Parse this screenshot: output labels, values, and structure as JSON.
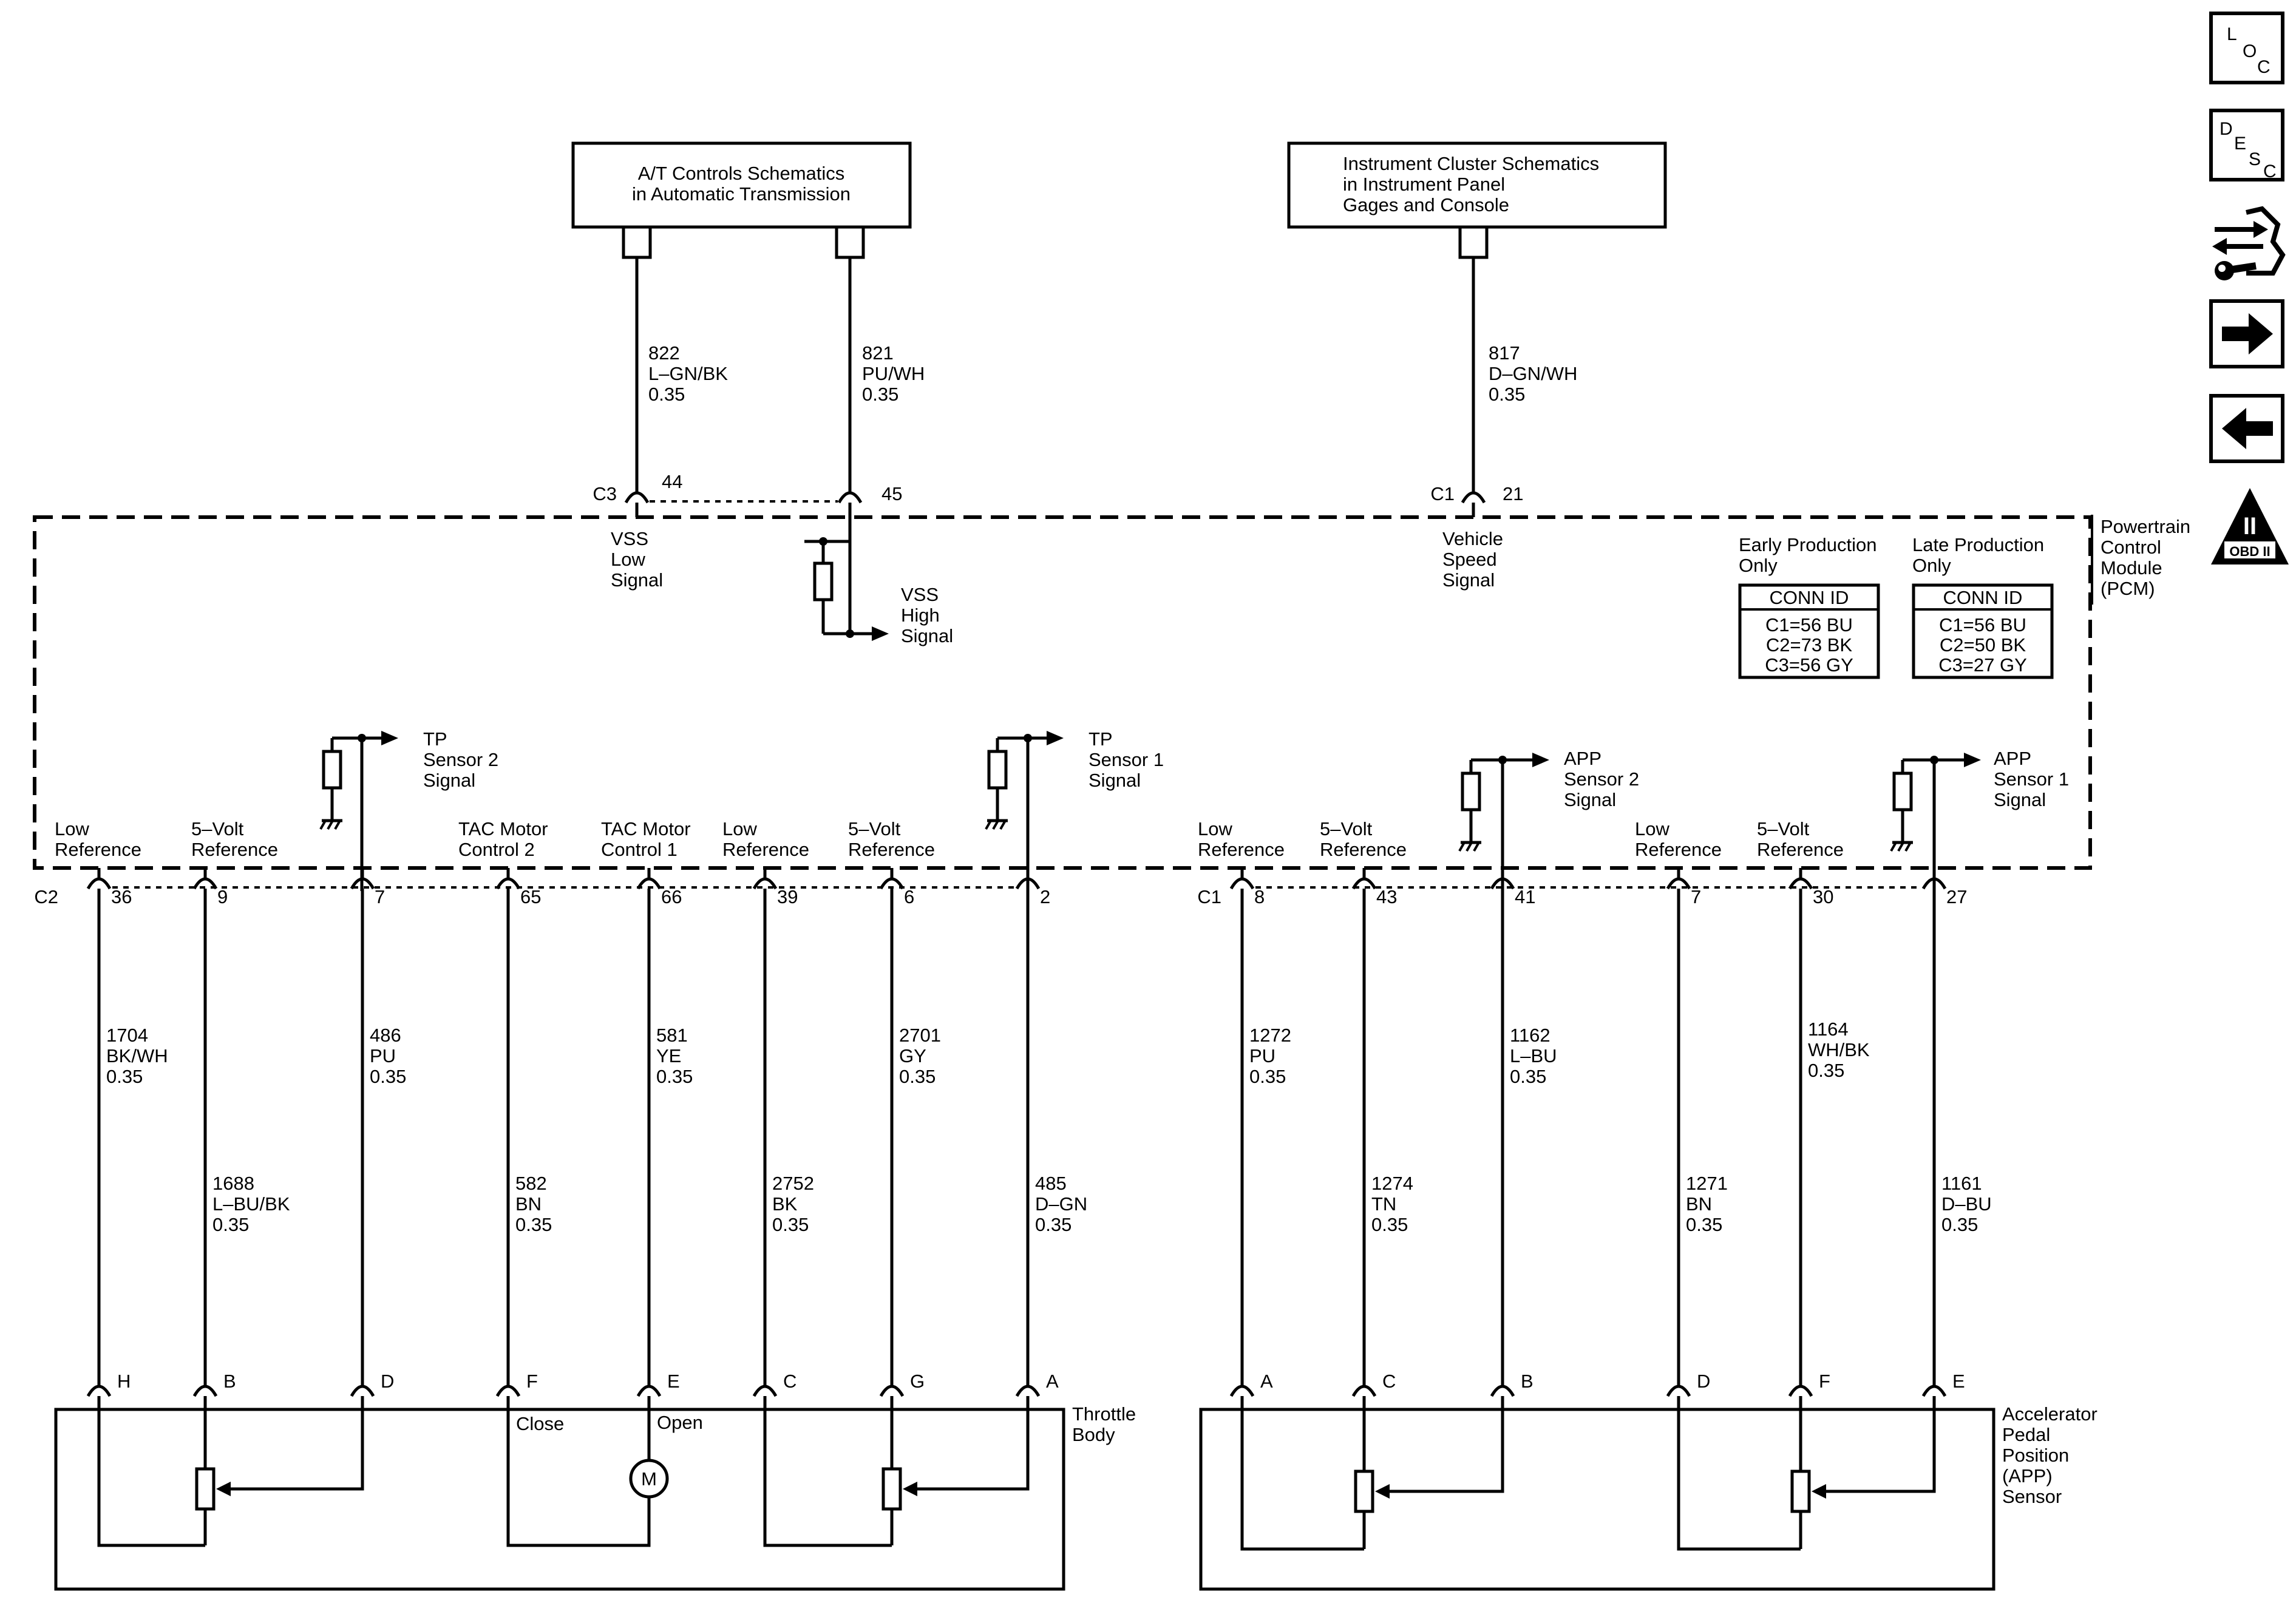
{
  "top_boxes": {
    "at": {
      "line1": "A/T Controls Schematics",
      "line2": "in Automatic Transmission"
    },
    "ic": {
      "line1": "Instrument Cluster Schematics",
      "line2": "in Instrument Panel",
      "line3": "Gages and Console"
    }
  },
  "top_wires": {
    "w822": {
      "circuit": "822",
      "color": "L–GN/BK",
      "gauge": "0.35"
    },
    "w821": {
      "circuit": "821",
      "color": "PU/WH",
      "gauge": "0.35"
    },
    "w817": {
      "circuit": "817",
      "color": "D–GN/WH",
      "gauge": "0.35"
    }
  },
  "top_pins": {
    "c3": "C3",
    "p44": "44",
    "p45": "45",
    "c1": "C1",
    "p21": "21"
  },
  "pcm": {
    "name": {
      "l1": "Powertrain",
      "l2": "Control",
      "l3": "Module",
      "l4": "(PCM)"
    },
    "vss_low": {
      "l1": "VSS",
      "l2": "Low",
      "l3": "Signal"
    },
    "vss_high": {
      "l1": "VSS",
      "l2": "High",
      "l3": "Signal"
    },
    "vehicle_speed": {
      "l1": "Vehicle",
      "l2": "Speed",
      "l3": "Signal"
    },
    "early": {
      "l1": "Early Production",
      "l2": "Only",
      "header": "CONN ID",
      "r1": "C1=56 BU",
      "r2": "C2=73 BK",
      "r3": "C3=56 GY"
    },
    "late": {
      "l1": "Late Production",
      "l2": "Only",
      "header": "CONN ID",
      "r1": "C1=56 BU",
      "r2": "C2=50 BK",
      "r3": "C3=27 GY"
    },
    "tp2": {
      "l1": "TP",
      "l2": "Sensor 2",
      "l3": "Signal"
    },
    "tp1": {
      "l1": "TP",
      "l2": "Sensor 1",
      "l3": "Signal"
    },
    "app2": {
      "l1": "APP",
      "l2": "Sensor 2",
      "l3": "Signal"
    },
    "app1": {
      "l1": "APP",
      "l2": "Sensor 1",
      "l3": "Signal"
    },
    "pins": {
      "low_ref_1": {
        "l1": "Low",
        "l2": "Reference"
      },
      "five_v_1": {
        "l1": "5–Volt",
        "l2": "Reference"
      },
      "tac2": {
        "l1": "TAC Motor",
        "l2": "Control 2"
      },
      "tac1": {
        "l1": "TAC Motor",
        "l2": "Control 1"
      },
      "low_ref_2": {
        "l1": "Low",
        "l2": "Reference"
      },
      "five_v_2": {
        "l1": "5–Volt",
        "l2": "Reference"
      },
      "low_ref_3": {
        "l1": "Low",
        "l2": "Reference"
      },
      "five_v_3": {
        "l1": "5–Volt",
        "l2": "Reference"
      },
      "low_ref_4": {
        "l1": "Low",
        "l2": "Reference"
      },
      "five_v_4": {
        "l1": "5–Volt",
        "l2": "Reference"
      }
    }
  },
  "c2": {
    "name": "C2",
    "pins": [
      "36",
      "9",
      "7",
      "65",
      "66",
      "39",
      "6",
      "2"
    ],
    "wires": [
      {
        "circuit": "1704",
        "color": "BK/WH",
        "gauge": "0.35"
      },
      {
        "circuit": "1688",
        "color": "L–BU/BK",
        "gauge": "0.35"
      },
      {
        "circuit": "486",
        "color": "PU",
        "gauge": "0.35"
      },
      {
        "circuit": "582",
        "color": "BN",
        "gauge": "0.35"
      },
      {
        "circuit": "581",
        "color": "YE",
        "gauge": "0.35"
      },
      {
        "circuit": "2752",
        "color": "BK",
        "gauge": "0.35"
      },
      {
        "circuit": "2701",
        "color": "GY",
        "gauge": "0.35"
      },
      {
        "circuit": "485",
        "color": "D–GN",
        "gauge": "0.35"
      }
    ],
    "terminals": [
      "H",
      "B",
      "D",
      "F",
      "E",
      "C",
      "G",
      "A"
    ]
  },
  "c1": {
    "name": "C1",
    "pins": [
      "8",
      "43",
      "41",
      "7",
      "30",
      "27"
    ],
    "wires": [
      {
        "circuit": "1272",
        "color": "PU",
        "gauge": "0.35"
      },
      {
        "circuit": "1274",
        "color": "TN",
        "gauge": "0.35"
      },
      {
        "circuit": "1162",
        "color": "L–BU",
        "gauge": "0.35"
      },
      {
        "circuit": "1271",
        "color": "BN",
        "gauge": "0.35"
      },
      {
        "circuit": "1164",
        "color": "WH/BK",
        "gauge": "0.35"
      },
      {
        "circuit": "1161",
        "color": "D–BU",
        "gauge": "0.35"
      }
    ],
    "terminals": [
      "A",
      "C",
      "B",
      "D",
      "F",
      "E"
    ]
  },
  "throttle_body": {
    "l1": "Throttle",
    "l2": "Body",
    "close": "Close",
    "open": "Open",
    "motor": "M"
  },
  "app_sensor": {
    "l1": "Accelerator",
    "l2": "Pedal",
    "l3": "Position",
    "l4": "(APP)",
    "l5": "Sensor"
  },
  "icons": {
    "loc": {
      "a": "L",
      "b": "O",
      "c": "C"
    },
    "desc": {
      "a": "D",
      "b": "E",
      "c": "S",
      "d": "C"
    },
    "obd": {
      "numeral": "II",
      "label": "OBD II"
    }
  }
}
